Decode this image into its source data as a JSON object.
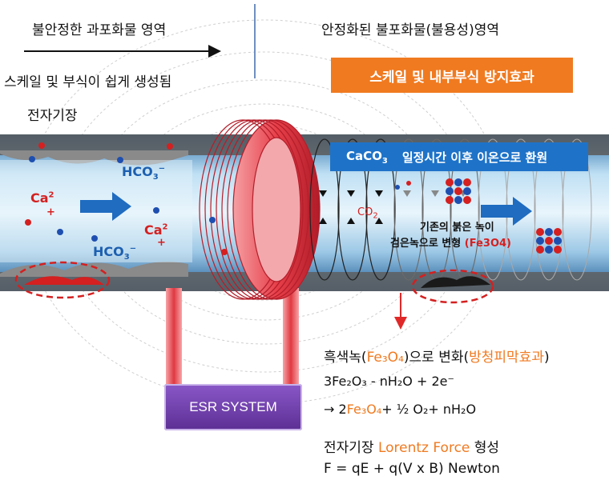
{
  "left_title": "불안정한 과포화물 영역",
  "left_subtitle": "스케일 및 부식이 쉽게 생성됨",
  "field_label": "전자기장",
  "right_title": "안정화된 불포화물(불용성)영역",
  "orange_badge": "스케일 및 내부부식 방지효과",
  "caco3_label": "CaCO",
  "caco3_sub": "3",
  "caco3_text": "일정시간 이후 이온으로 환원",
  "ions": {
    "hco3_a": "HCO",
    "hco3_sub": "3",
    "hco3_sup": "−",
    "ca_a": "Ca",
    "ca_sup": "2",
    "plus": "+"
  },
  "co2_label": "CO",
  "co2_sub": "2",
  "rust_line1": "기존의 붉은 녹이",
  "rust_line2": "검은녹으로 변형",
  "rust_formula": "(Fe3O4)",
  "esr_label": "ESR SYSTEM",
  "notes": {
    "line1_pre": "흑색녹(",
    "line1_fe": "Fe₃O₄",
    "line1_mid": ")으로 변화(",
    "line1_orange": "방청피막효과",
    "line1_post": ")",
    "line2": "3Fe₂O₃ - nH₂O + 2e⁻",
    "line3_pre": "→ 2",
    "line3_fe": "Fe₃O₄",
    "line3_post": "+ ½ O₂+ nH₂O",
    "line4_pre": "전자기장 ",
    "line4_orange": "Lorentz Force",
    "line4_post": " 형성",
    "line5": "F = qE + q(V x B) Newton"
  },
  "colors": {
    "orange": "#f07a20",
    "blue_label": "#1e73c8",
    "ion_red": "#d42020",
    "ion_blue": "#1c5fb0",
    "coil": "#e8404a",
    "esr": "#6b3aa8"
  }
}
